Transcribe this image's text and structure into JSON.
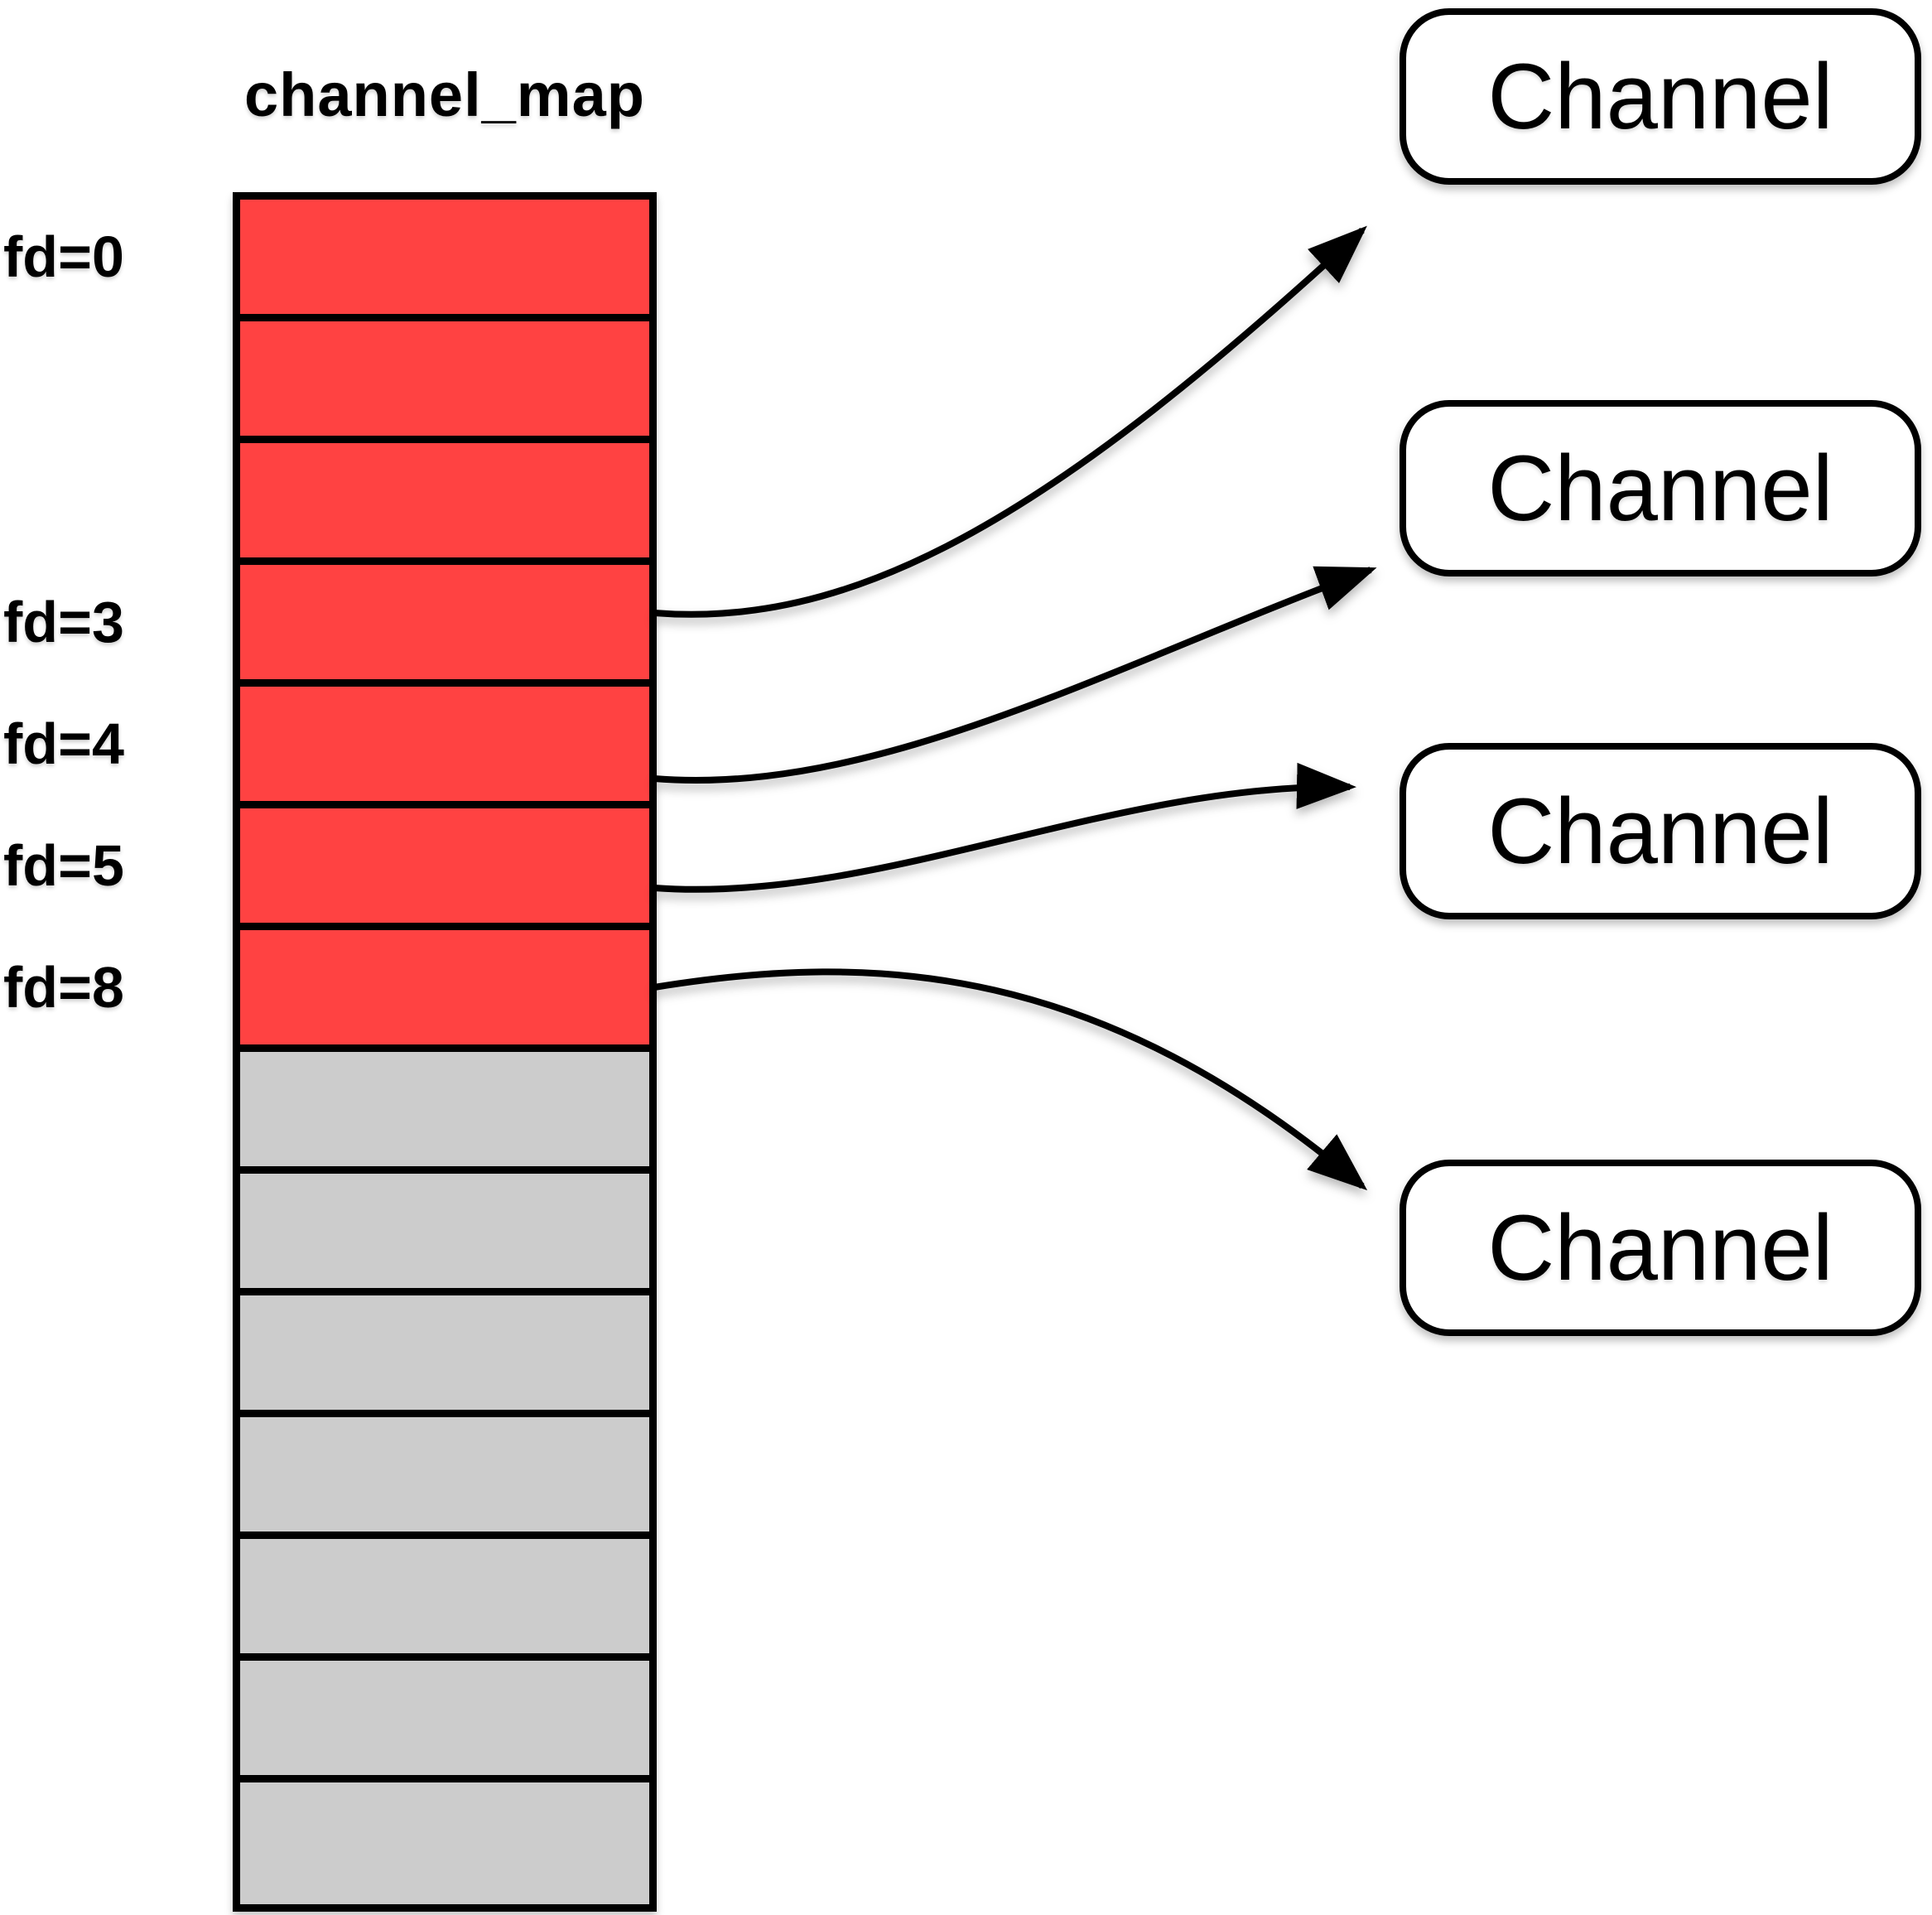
{
  "title": "channel_map",
  "array": {
    "rows": [
      {
        "label": "fd=0",
        "state": "used"
      },
      {
        "label": "",
        "state": "used"
      },
      {
        "label": "",
        "state": "used"
      },
      {
        "label": "fd=3",
        "state": "used"
      },
      {
        "label": "fd=4",
        "state": "used"
      },
      {
        "label": "fd=5",
        "state": "used"
      },
      {
        "label": "fd=8",
        "state": "used"
      },
      {
        "label": "",
        "state": "free"
      },
      {
        "label": "",
        "state": "free"
      },
      {
        "label": "",
        "state": "free"
      },
      {
        "label": "",
        "state": "free"
      },
      {
        "label": "",
        "state": "free"
      },
      {
        "label": "",
        "state": "free"
      },
      {
        "label": "",
        "state": "free"
      }
    ]
  },
  "channels": [
    {
      "label": "Channel"
    },
    {
      "label": "Channel"
    },
    {
      "label": "Channel"
    },
    {
      "label": "Channel"
    }
  ],
  "links": [
    {
      "from": "fd=3",
      "to_channel_index": 0
    },
    {
      "from": "fd=4",
      "to_channel_index": 1
    },
    {
      "from": "fd=5",
      "to_channel_index": 2
    },
    {
      "from": "fd=8",
      "to_channel_index": 3
    }
  ],
  "colors": {
    "used_cell": "#FF4242",
    "free_cell": "#CCCCCC",
    "line": "#000000",
    "background": "#FFFFFF"
  }
}
